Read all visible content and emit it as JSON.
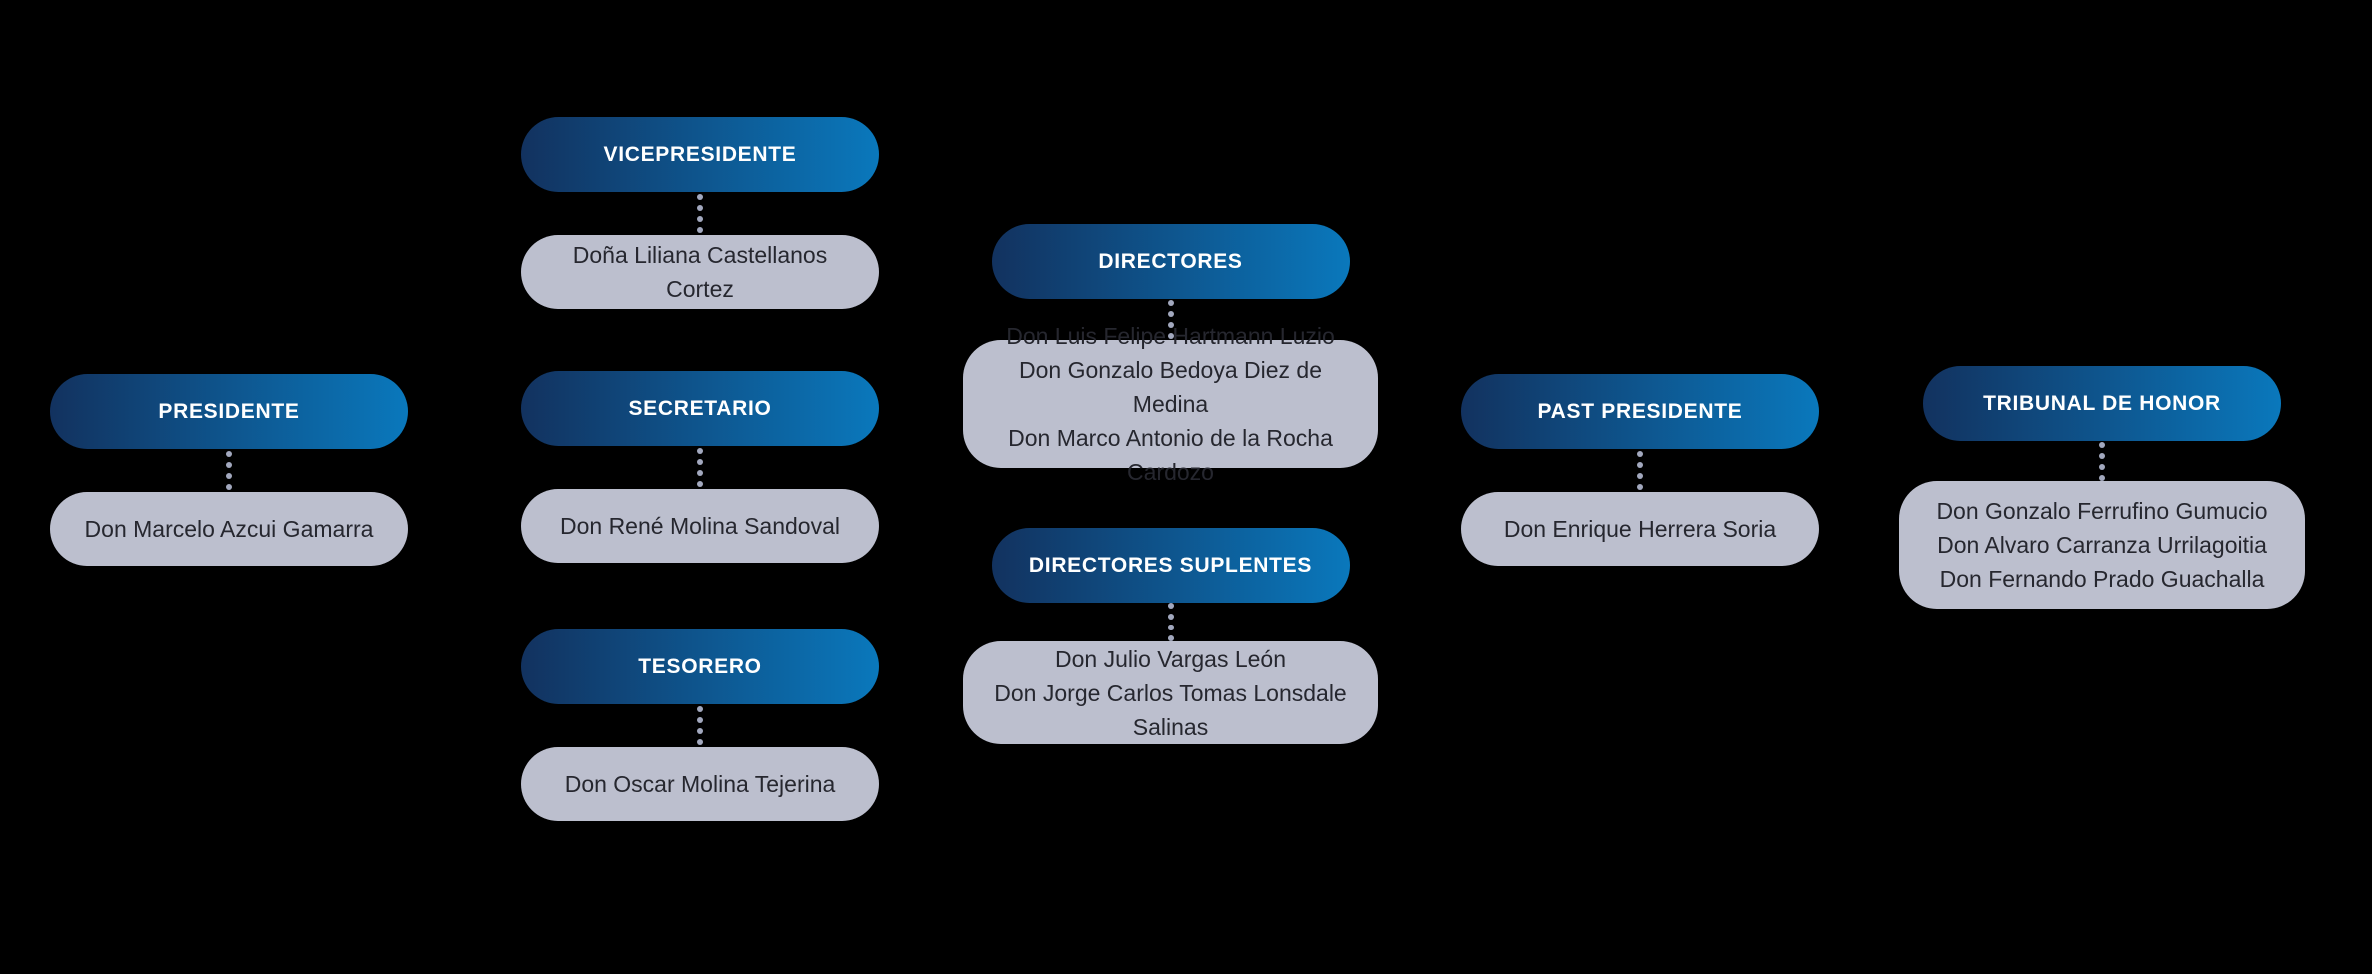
{
  "page": {
    "background": "#000000"
  },
  "palette": {
    "header_gradient_left": "#12325f",
    "header_gradient_right": "#0a78bc",
    "header_text": "#ffffff",
    "member_box_bg": "#bcbfce",
    "member_text": "#26272f",
    "connector_dot": "#a2a8be"
  },
  "org_chart": {
    "positions": [
      {
        "id": "presidente",
        "title": "PRESIDENTE",
        "members": [
          "Don Marcelo Azcui Gamarra"
        ]
      },
      {
        "id": "vicepresidente",
        "title": "VICEPRESIDENTE",
        "members": [
          "Doña Liliana Castellanos Cortez"
        ]
      },
      {
        "id": "secretario",
        "title": "SECRETARIO",
        "members": [
          "Don René Molina Sandoval"
        ]
      },
      {
        "id": "tesorero",
        "title": "TESORERO",
        "members": [
          "Don Oscar Molina Tejerina"
        ]
      },
      {
        "id": "directores",
        "title": "DIRECTORES",
        "members": [
          "Don Luis Felipe Hartmann Luzio",
          "Don Gonzalo Bedoya Diez de Medina",
          "Don Marco Antonio de la Rocha Cardozo"
        ]
      },
      {
        "id": "directores-suplentes",
        "title": "DIRECTORES SUPLENTES",
        "members": [
          "Don Julio Vargas León",
          "Don Jorge Carlos Tomas Lonsdale Salinas"
        ]
      },
      {
        "id": "past-presidente",
        "title": "PAST PRESIDENTE",
        "members": [
          "Don Enrique Herrera Soria"
        ]
      },
      {
        "id": "tribunal-de-honor",
        "title": "TRIBUNAL DE HONOR",
        "members": [
          "Don Gonzalo Ferrufino Gumucio",
          "Don Alvaro Carranza Urrilagoitia",
          "Don Fernando Prado Guachalla"
        ]
      }
    ]
  }
}
